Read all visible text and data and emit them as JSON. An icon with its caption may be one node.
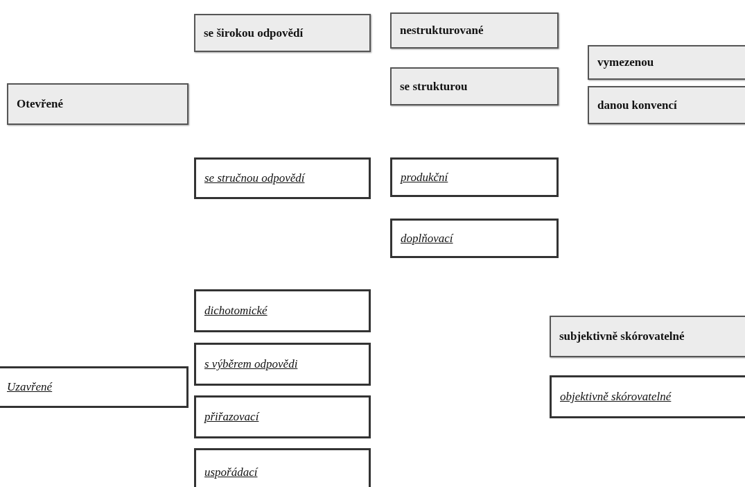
{
  "diagram": {
    "nodes": [
      {
        "text": [
          "se širokou odpovědí"
        ]
      },
      {
        "text": [
          "nestrukturované"
        ]
      },
      {
        "text": [
          "vymezenou"
        ]
      },
      {
        "text": [
          "se strukturou"
        ]
      },
      {
        "text": [
          "Otevřené"
        ]
      },
      {
        "text": [
          "danou konvencí"
        ]
      },
      {
        "text": [
          "se stručnou odpovědí"
        ]
      },
      {
        "text": [
          "produkční"
        ]
      },
      {
        "text": [
          "doplňovací"
        ]
      },
      {
        "text": [
          "dichotomické"
        ]
      },
      {
        "text": [
          "subjektivně skórovatelné"
        ]
      },
      {
        "text": [
          "s výběrem odpovědi"
        ]
      },
      {
        "text": [
          "Uzavřené"
        ]
      },
      {
        "text": [
          "objektivně skórovatelné"
        ]
      },
      {
        "text": [
          "přiřazovací"
        ]
      },
      {
        "text": [
          "uspořádací"
        ]
      }
    ]
  }
}
